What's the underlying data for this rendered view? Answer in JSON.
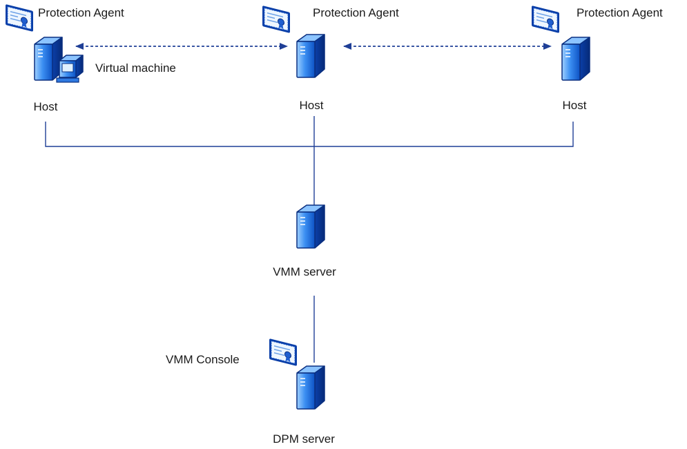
{
  "nodes": {
    "host_left": {
      "label": "Host",
      "agent_label": "Protection Agent",
      "vm_label": "Virtual machine"
    },
    "host_center": {
      "label": "Host",
      "agent_label": "Protection Agent"
    },
    "host_right": {
      "label": "Host",
      "agent_label": "Protection Agent"
    },
    "vmm_server": {
      "label": "VMM server"
    },
    "dpm_server": {
      "label": "DPM server",
      "console_label": "VMM Console"
    }
  },
  "colors": {
    "line": "#1f3f96",
    "tower_light": "#5fa8ff",
    "tower_dark": "#0b3fa8",
    "tower_outline": "#0a2f80",
    "cert_fill": "#e9f3ff"
  },
  "icons": [
    "server-tower-icon",
    "certificate-icon",
    "virtual-machine-icon"
  ]
}
